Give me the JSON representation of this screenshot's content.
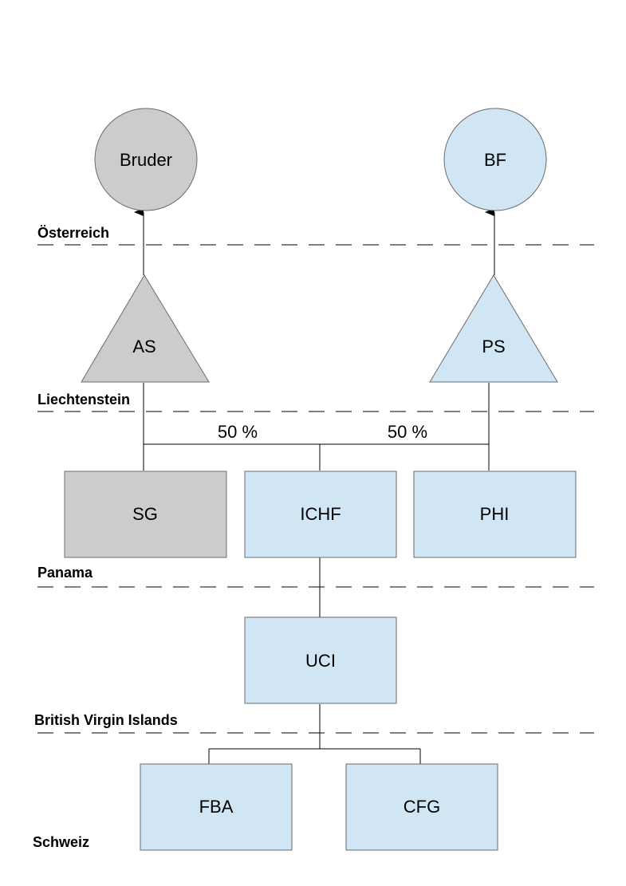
{
  "colors": {
    "grey": "#cccccc",
    "blue": "#d1e6f4",
    "line": "#000000"
  },
  "regions": {
    "oesterreich": "Österreich",
    "liechtenstein": "Liechtenstein",
    "panama": "Panama",
    "bvi": "British Virgin Islands",
    "schweiz": "Schweiz"
  },
  "nodes": {
    "bruder": "Bruder",
    "bf": "BF",
    "as": "AS",
    "ps": "PS",
    "sg": "SG",
    "ichf": "ICHF",
    "phi": "PHI",
    "uci": "UCI",
    "fba": "FBA",
    "cfg": "CFG"
  },
  "edges": {
    "as_share": "50 %",
    "ps_share": "50 %"
  }
}
